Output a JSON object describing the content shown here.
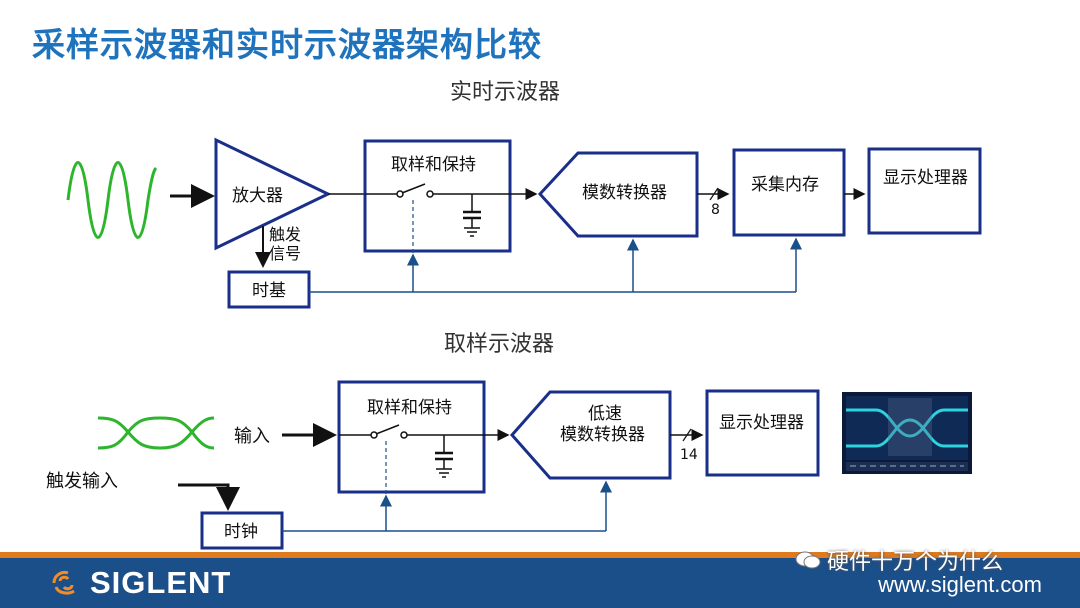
{
  "title": "采样示波器和实时示波器架构比较",
  "realtime": {
    "heading": "实时示波器",
    "amplifier": "放大器",
    "trigger_label": [
      "触发",
      "信号"
    ],
    "sample_hold": "取样和保持",
    "adc": "模数转换器",
    "bus_width": "8",
    "acq_memory": "采集内存",
    "display_processor": "显示处理器",
    "timebase": "时基"
  },
  "sampling": {
    "heading": "取样示波器",
    "input_label": "输入",
    "trigger_input": "触发输入",
    "sample_hold": "取样和保持",
    "adc": [
      "低速",
      "模数转换器"
    ],
    "bus_width": "14",
    "display_processor": "显示处理器",
    "clock": "时钟"
  },
  "footer": {
    "brand": "SIGLENT",
    "url": "www.siglent.com",
    "watermark": "硬件十万个为什么"
  },
  "colors": {
    "title": "#1f73bd",
    "box_border": "#1a2f8a",
    "signal": "#2db52d",
    "connector": "#1b4f8a",
    "footer": "#1b4f8a",
    "stripe": "#e07a1f"
  }
}
